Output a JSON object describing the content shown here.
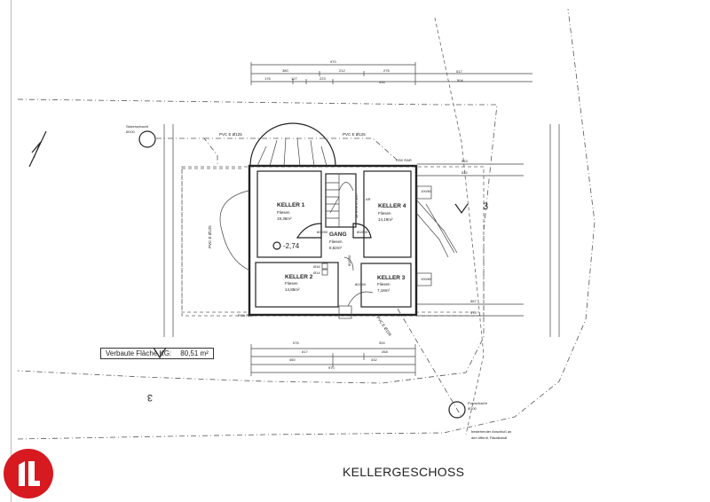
{
  "drawing": {
    "title": "KELLERGESCHOSS",
    "built_area_label": "Verbaute Fläche KG:",
    "built_area_value": "80,51 m²",
    "rooms": [
      {
        "name": "KELLER 1",
        "floor": "Fliesen",
        "area": "19,36m²"
      },
      {
        "name": "KELLER 4",
        "floor": "Fliesen",
        "area": "14,19m²"
      },
      {
        "name": "GANG",
        "floor": "Fliesen",
        "area": "8,82m²"
      },
      {
        "name": "KELLER 2",
        "floor": "Fliesen",
        "area": "14,85m²"
      },
      {
        "name": "KELLER 3",
        "floor": "Fliesen",
        "area": "7,18m²"
      }
    ],
    "level_mark": "-2,74",
    "annotations": {
      "seepage_shaft": "Sickerschacht",
      "seepage_dia": "Ø100",
      "pvc1": "PVC E Ø125",
      "pvc2": "PVC E Ø125",
      "pvc_vertical": "PVC E Ø125",
      "pvc_diag": "PVC E Ø150",
      "rsk_rar_top": "RSK RAR",
      "rsk_rar_bottom": "RSK RAR",
      "ar": "AR",
      "clean_shaft": "Putzschacht",
      "clean_dia": "Ø100",
      "connection_1": "bestehender Anschluß an",
      "connection_2": "den öffentl. Fäkalkanal",
      "stairs": "18 STG 17,1/27",
      "section_mark": "3"
    },
    "openings": {
      "door_k1": "80/200",
      "door_k4": "80/200",
      "door_gang": "80/200",
      "door_k3": "80/200",
      "window_k4": "100/60",
      "window_k3": "100/60",
      "chimney1": "Ø16",
      "chimney2": "Ø14"
    },
    "dimensions_top": {
      "row1": [
        "970"
      ],
      "row2": [
        "380",
        "212",
        "276",
        "517"
      ],
      "row3": [
        "176",
        "127",
        "223",
        "434",
        "504"
      ]
    },
    "dimensions_bottom": {
      "row1": [
        "576",
        "394"
      ],
      "row2": [
        "617",
        "268"
      ],
      "row3": [
        "460",
        "432"
      ],
      "row4": [
        "970"
      ]
    },
    "dimensions_right": [
      "563",
      "532",
      "567",
      "575"
    ],
    "logo_text": "IL",
    "colors": {
      "logo": "#d71920",
      "line": "#222222"
    }
  }
}
